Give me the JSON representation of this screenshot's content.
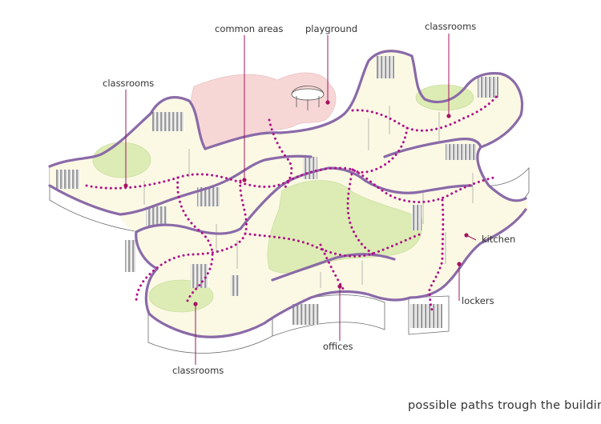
{
  "labels": {
    "common_areas": "common areas",
    "playground": "playground",
    "classrooms_top_right": "classrooms",
    "classrooms_left": "classrooms",
    "kitchen": "kitchen",
    "lockers": "lockers",
    "offices": "offices",
    "classrooms_bottom": "classrooms"
  },
  "caption": "possible paths trough the building",
  "colors": {
    "path": "#b0128c",
    "wall_outline": "#8a6aa8",
    "floor": "#fbf9e4",
    "green_area": "#dcecb4",
    "playground": "#f7d6d6",
    "leader": "#a4145f"
  }
}
